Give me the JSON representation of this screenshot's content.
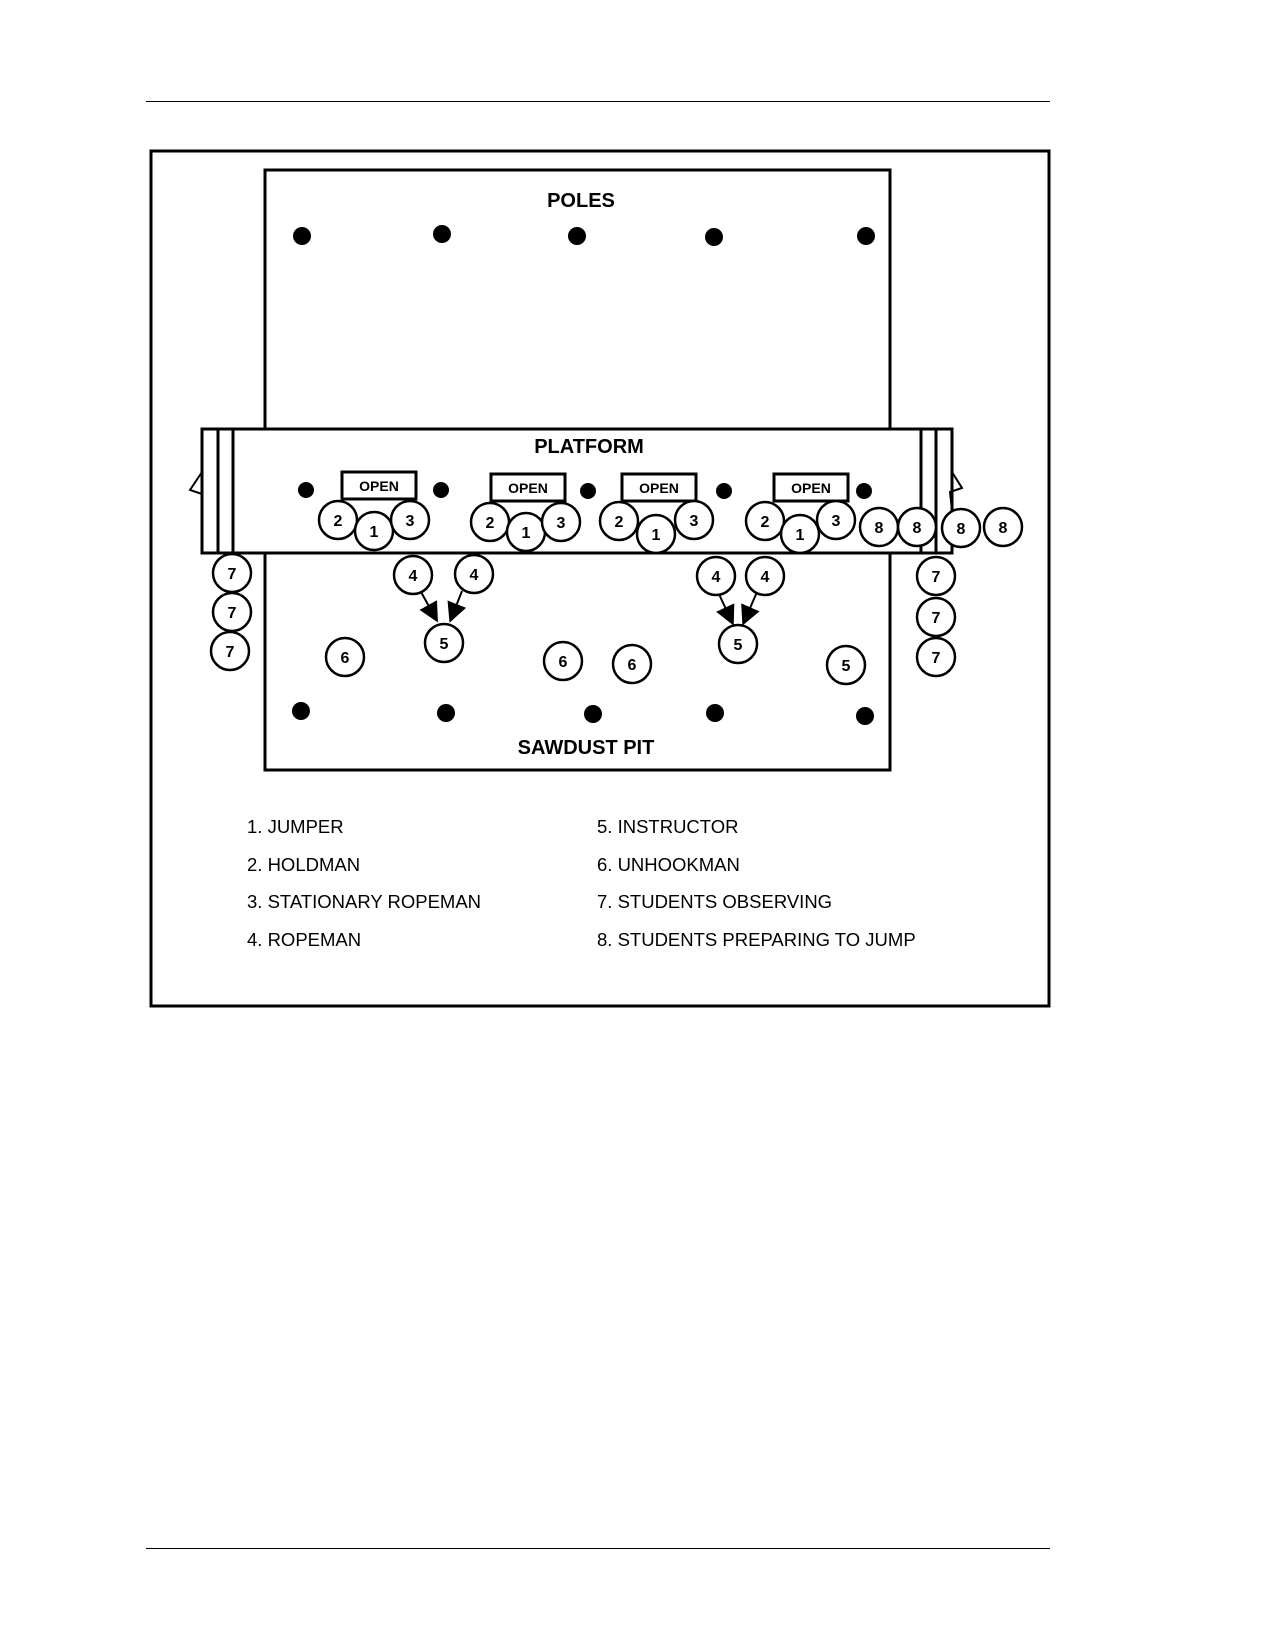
{
  "diagram": {
    "poles_label": "POLES",
    "platform_label": "PLATFORM",
    "pit_label": "SAWDUST PIT",
    "opening_label": "OPEN",
    "markers": {
      "jumper": "1",
      "holdman": "2",
      "stationary_ropeman": "3",
      "ropeman": "4",
      "instructor": "5",
      "unhookman": "6",
      "observing": "7",
      "preparing": "8"
    }
  },
  "legend": {
    "left": [
      "1. JUMPER",
      "2. HOLDMAN",
      "3. STATIONARY ROPEMAN",
      "4. ROPEMAN"
    ],
    "right": [
      "5. INSTRUCTOR",
      "6. UNHOOKMAN",
      "7. STUDENTS OBSERVING",
      "8. STUDENTS PREPARING TO JUMP"
    ]
  }
}
